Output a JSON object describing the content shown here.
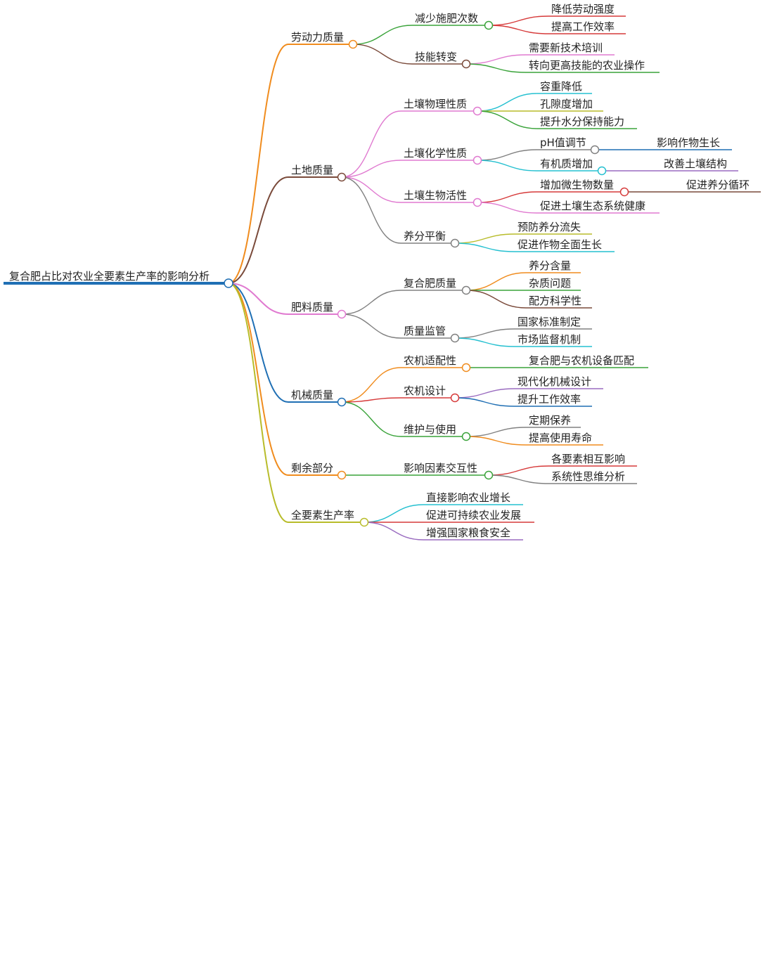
{
  "mindmap": {
    "root": {
      "label": "复合肥占比对农业全要素生产率的影响分析",
      "color": "#1f6fb4",
      "children": [
        {
          "label": "劳动力质量",
          "color": "#f08c1e",
          "children": [
            {
              "label": "减少施肥次数",
              "color": "#3aa33a",
              "children": [
                {
                  "label": "降低劳动强度",
                  "color": "#d63a3a"
                },
                {
                  "label": "提高工作效率",
                  "color": "#d63a3a"
                }
              ]
            },
            {
              "label": "技能转变",
              "color": "#7a4a3a",
              "children": [
                {
                  "label": "需要新技术培训",
                  "color": "#e07ad0"
                },
                {
                  "label": "转向更高技能的农业操作",
                  "color": "#3aa33a"
                }
              ]
            }
          ]
        },
        {
          "label": "土地质量",
          "color": "#7a4a3a",
          "children": [
            {
              "label": "土壤物理性质",
              "color": "#e07ad0",
              "children": [
                {
                  "label": "容重降低",
                  "color": "#25c0d0"
                },
                {
                  "label": "孔隙度增加",
                  "color": "#b8bc2a"
                },
                {
                  "label": "提升水分保持能力",
                  "color": "#3aa33a"
                }
              ]
            },
            {
              "label": "土壤化学性质",
              "color": "#e07ad0",
              "children": [
                {
                  "label": "pH值调节",
                  "color": "#808080",
                  "children": [
                    {
                      "label": "影响作物生长",
                      "color": "#1f6fb4"
                    }
                  ]
                },
                {
                  "label": "有机质增加",
                  "color": "#25c0d0",
                  "children": [
                    {
                      "label": "改善土壤结构",
                      "color": "#9a6cc0"
                    }
                  ]
                }
              ]
            },
            {
              "label": "土壤生物活性",
              "color": "#e07ad0",
              "children": [
                {
                  "label": "增加微生物数量",
                  "color": "#d63a3a",
                  "children": [
                    {
                      "label": "促进养分循环",
                      "color": "#7a4a3a"
                    }
                  ]
                },
                {
                  "label": "促进土壤生态系统健康",
                  "color": "#e07ad0"
                }
              ]
            },
            {
              "label": "养分平衡",
              "color": "#808080",
              "children": [
                {
                  "label": "预防养分流失",
                  "color": "#b8bc2a"
                },
                {
                  "label": "促进作物全面生长",
                  "color": "#25c0d0"
                }
              ]
            }
          ]
        },
        {
          "label": "肥料质量",
          "color": "#e07ad0",
          "children": [
            {
              "label": "复合肥质量",
              "color": "#808080",
              "children": [
                {
                  "label": "养分含量",
                  "color": "#f08c1e"
                },
                {
                  "label": "杂质问题",
                  "color": "#3aa33a"
                },
                {
                  "label": "配方科学性",
                  "color": "#7a4a3a"
                }
              ]
            },
            {
              "label": "质量监管",
              "color": "#808080",
              "children": [
                {
                  "label": "国家标准制定",
                  "color": "#808080"
                },
                {
                  "label": "市场监督机制",
                  "color": "#25c0d0"
                }
              ]
            }
          ]
        },
        {
          "label": "机械质量",
          "color": "#1f6fb4",
          "children": [
            {
              "label": "农机适配性",
              "color": "#f08c1e",
              "children": [
                {
                  "label": "复合肥与农机设备匹配",
                  "color": "#3aa33a"
                }
              ]
            },
            {
              "label": "农机设计",
              "color": "#d63a3a",
              "children": [
                {
                  "label": "现代化机械设计",
                  "color": "#9a6cc0"
                },
                {
                  "label": "提升工作效率",
                  "color": "#1f6fb4"
                }
              ]
            },
            {
              "label": "维护与使用",
              "color": "#3aa33a",
              "children": [
                {
                  "label": "定期保养",
                  "color": "#808080"
                },
                {
                  "label": "提高使用寿命",
                  "color": "#f08c1e"
                }
              ]
            }
          ]
        },
        {
          "label": "剩余部分",
          "color": "#f08c1e",
          "children": [
            {
              "label": "影响因素交互性",
              "color": "#3aa33a",
              "children": [
                {
                  "label": "各要素相互影响",
                  "color": "#d63a3a"
                },
                {
                  "label": "系统性思维分析",
                  "color": "#808080"
                }
              ]
            }
          ]
        },
        {
          "label": "全要素生产率",
          "color": "#b8bc2a",
          "children": [
            {
              "label": "直接影响农业增长",
              "color": "#25c0d0"
            },
            {
              "label": "促进可持续农业发展",
              "color": "#d63a3a"
            },
            {
              "label": "增强国家粮食安全",
              "color": "#9a6cc0"
            }
          ]
        }
      ]
    }
  }
}
